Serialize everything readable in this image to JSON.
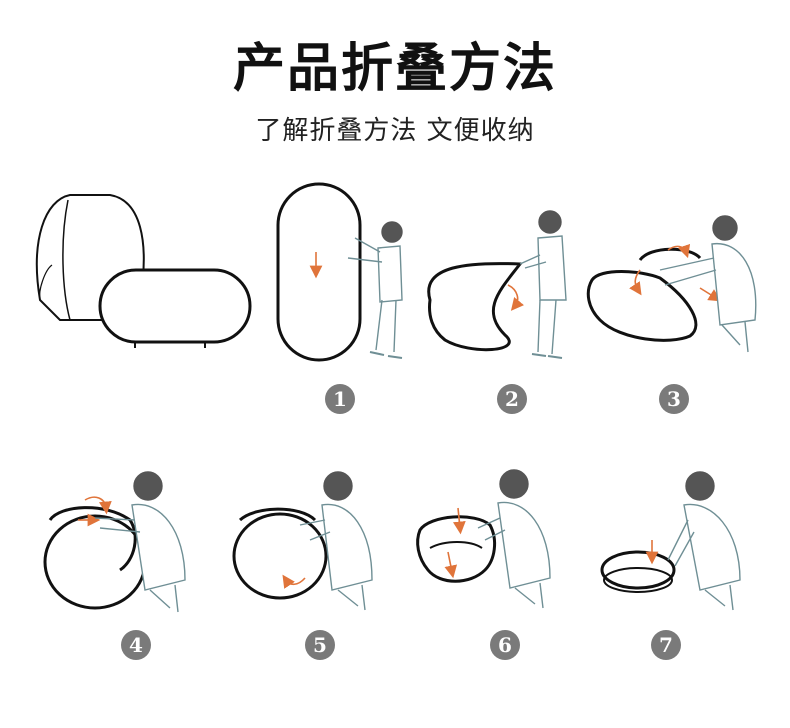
{
  "header": {
    "title": "产品折叠方法",
    "subtitle": "了解折叠方法  文便收纳"
  },
  "steps": [
    {
      "number": "1"
    },
    {
      "number": "2"
    },
    {
      "number": "3"
    },
    {
      "number": "4"
    },
    {
      "number": "5"
    },
    {
      "number": "6"
    },
    {
      "number": "7"
    }
  ],
  "colors": {
    "outline": "#111111",
    "figure": "#6f8f95",
    "hair": "#555555",
    "arrow": "#e0743a",
    "badge": "#7a7a7a"
  },
  "icons": [
    "down-arrow-icon",
    "curved-arrow-icon"
  ]
}
